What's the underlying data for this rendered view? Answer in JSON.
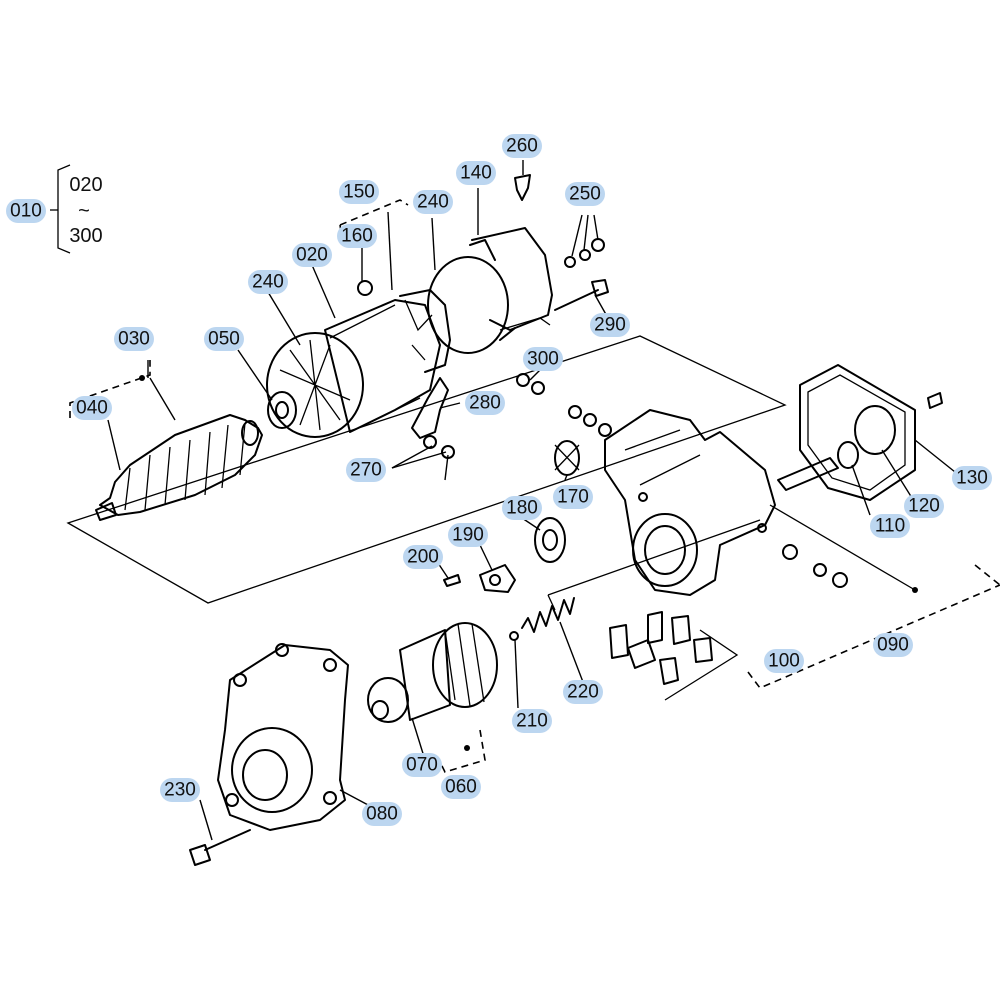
{
  "diagram": {
    "range_group": {
      "top": "020",
      "mid": "~",
      "bottom": "300"
    },
    "callouts": {
      "c010": "010",
      "c020": "020",
      "c030": "030",
      "c040": "040",
      "c050": "050",
      "c060": "060",
      "c070": "070",
      "c080": "080",
      "c090": "090",
      "c100": "100",
      "c110": "110",
      "c120": "120",
      "c130": "130",
      "c140": "140",
      "c150": "150",
      "c160": "160",
      "c170": "170",
      "c180": "180",
      "c190": "190",
      "c200": "200",
      "c210": "210",
      "c220": "220",
      "c230": "230",
      "c240a": "240",
      "c240b": "240",
      "c250": "250",
      "c260": "260",
      "c270": "270",
      "c280": "280",
      "c290": "290",
      "c300": "300"
    },
    "highlight_color": "#bcd6f0",
    "line_color": "#000000"
  }
}
